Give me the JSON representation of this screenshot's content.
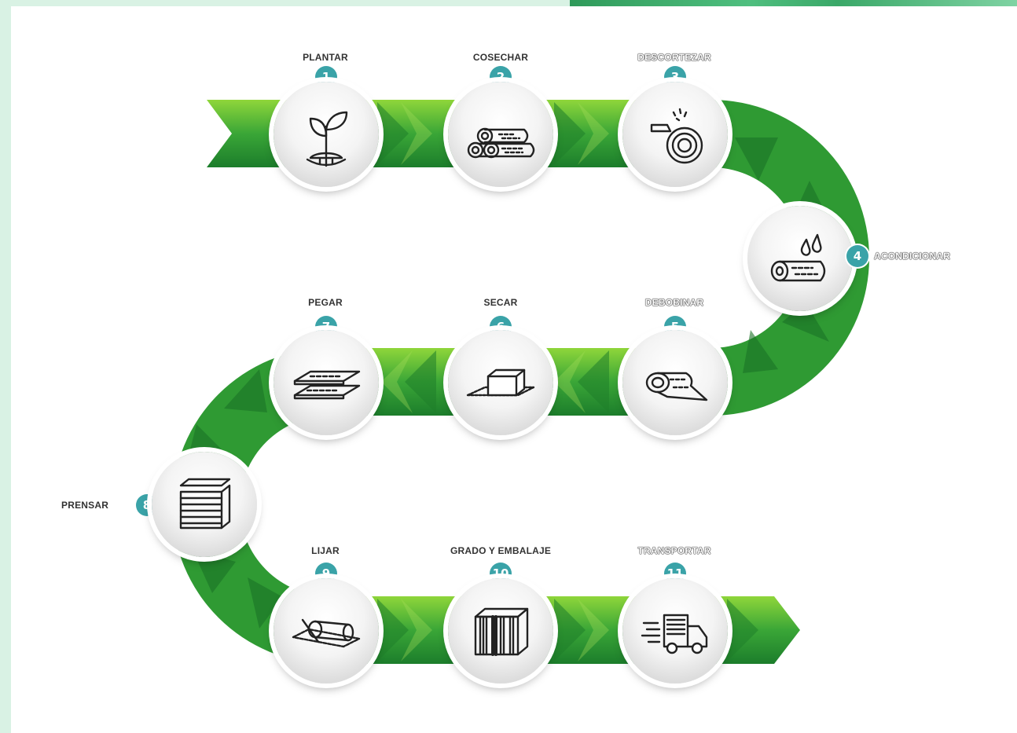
{
  "colors": {
    "road_dark": "#1f8a2e",
    "road_light": "#7ccf2c",
    "badge": "#3aa3a8",
    "icon_stroke": "#222222"
  },
  "steps": [
    {
      "number": "1",
      "label": "PLANTAR",
      "icon": "sprout-icon"
    },
    {
      "number": "2",
      "label": "COSECHAR",
      "icon": "logs-icon"
    },
    {
      "number": "3",
      "label": "DESCORTEZAR",
      "icon": "debarking-icon"
    },
    {
      "number": "4",
      "label": "ACONDICIONAR",
      "icon": "water-log-icon"
    },
    {
      "number": "5",
      "label": "DEBOBINAR",
      "icon": "peeling-log-icon"
    },
    {
      "number": "6",
      "label": "SECAR",
      "icon": "dryer-icon"
    },
    {
      "number": "7",
      "label": "PEGAR",
      "icon": "veneer-sheets-icon"
    },
    {
      "number": "8",
      "label": "PRENSAR",
      "icon": "press-icon"
    },
    {
      "number": "9",
      "label": "LIJAR",
      "icon": "sander-icon"
    },
    {
      "number": "10",
      "label": "GRADO Y EMBALAJE",
      "icon": "panel-stack-icon"
    },
    {
      "number": "11",
      "label": "TRANSPORTAR",
      "icon": "truck-icon"
    }
  ]
}
